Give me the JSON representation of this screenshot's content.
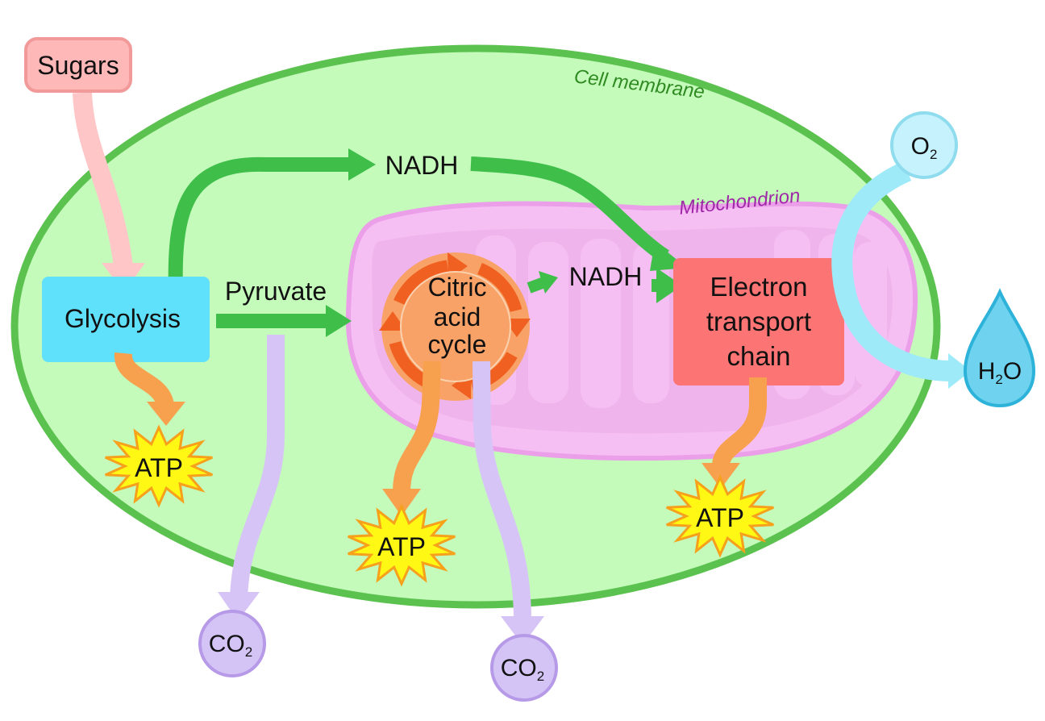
{
  "labels": {
    "cell_membrane": "Cell membrane",
    "mitochondrion": "Mitochondrion",
    "sugars": "Sugars",
    "glycolysis": "Glycolysis",
    "pyruvate": "Pyruvate",
    "nadh_top": "NADH",
    "nadh_inner": "NADH",
    "citric_line1": "Citric",
    "citric_line2": "acid",
    "citric_line3": "cycle",
    "etc_line1": "Electron",
    "etc_line2": "transport",
    "etc_line3": "chain",
    "atp_glycolysis": "ATP",
    "atp_citric": "ATP",
    "atp_etc": "ATP",
    "o2_main": "O",
    "o2_sub": "2",
    "h2o_h": "H",
    "h2o_sub": "2",
    "h2o_o": "O",
    "co2_left_main": "CO",
    "co2_left_sub": "2",
    "co2_right_main": "CO",
    "co2_right_sub": "2"
  },
  "colors": {
    "cell_fill": "#c4fbbb",
    "cell_stroke": "#5cc24f",
    "cell_label": "#2f8a22",
    "mito_fill": "#f6bff4",
    "mito_stroke": "#eb9fe8",
    "mito_label": "#a026a8",
    "green_arrow": "#3fbf4a",
    "pink_arrow": "#ffc6c8",
    "orange_arrow": "#f7a14f",
    "purple_arrow": "#d6c4f6",
    "cyan_arrow": "#9eeaf8",
    "sugars_fill": "#ffb8b8",
    "sugars_stroke": "#f29a9a",
    "glycolysis_fill": "#5fe0fb",
    "etc_fill": "#fc7474",
    "citric_fill": "#f8a267",
    "cycle_arrow": "#f06020",
    "atp_fill": "#fef814",
    "atp_stroke": "#f6a01c",
    "co2_fill": "#d4c4f6",
    "co2_stroke": "#b69ae8",
    "o2_fill": "#c5f2fc",
    "o2_stroke": "#8edcee",
    "h2o_fill": "#6fd2ee",
    "h2o_stroke": "#2db3da"
  },
  "icons": {
    "atp": "starburst-icon",
    "water": "droplet-icon",
    "cycle": "circular-arrows-icon"
  }
}
